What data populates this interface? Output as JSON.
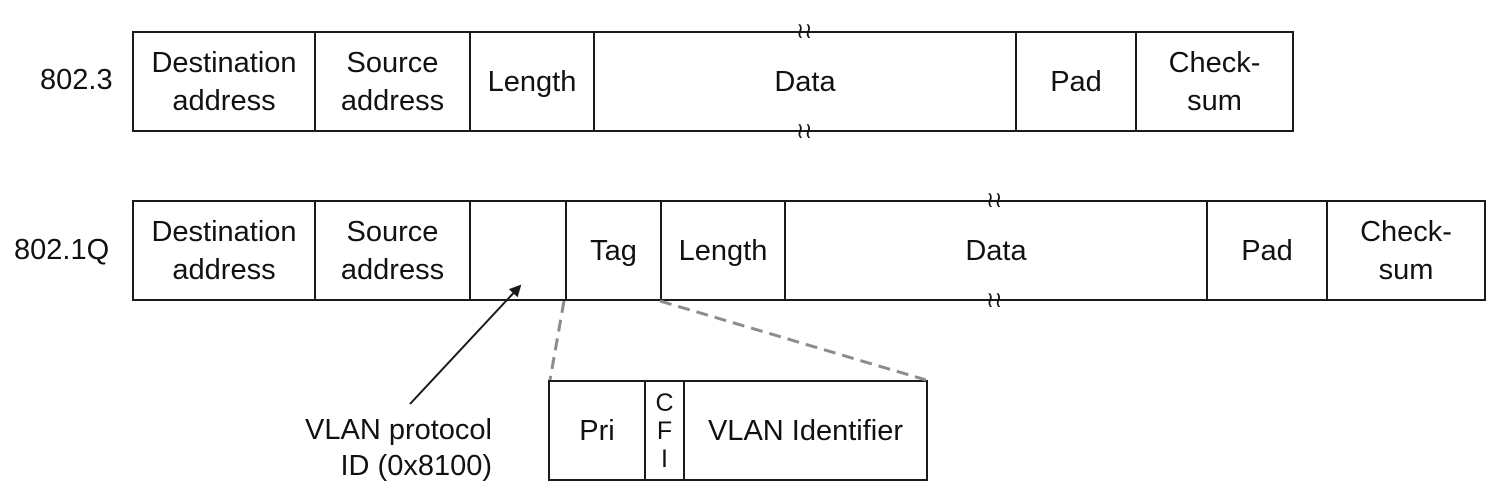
{
  "frame_8023": {
    "name": "802.3",
    "fields": {
      "destination": [
        "Destination",
        "address"
      ],
      "source": [
        "Source",
        "address"
      ],
      "length": "Length",
      "data": "Data",
      "pad": "Pad",
      "checksum": [
        "Check-",
        "sum"
      ]
    }
  },
  "frame_8021q": {
    "name": "802.1Q",
    "fields": {
      "destination": [
        "Destination",
        "address"
      ],
      "source": [
        "Source",
        "address"
      ],
      "protocol_id": "",
      "tag": "Tag",
      "length": "Length",
      "data": "Data",
      "pad": "Pad",
      "checksum": [
        "Check-",
        "sum"
      ]
    }
  },
  "tag_detail": {
    "pri": "Pri",
    "cfi": [
      "C",
      "F",
      "I"
    ],
    "vlan_identifier": "VLAN Identifier"
  },
  "annotation": {
    "line1": "VLAN protocol",
    "line2": "ID (0x8100)"
  },
  "colors": {
    "line": "#1a1a1a",
    "dashed": "#8c8c8c"
  }
}
